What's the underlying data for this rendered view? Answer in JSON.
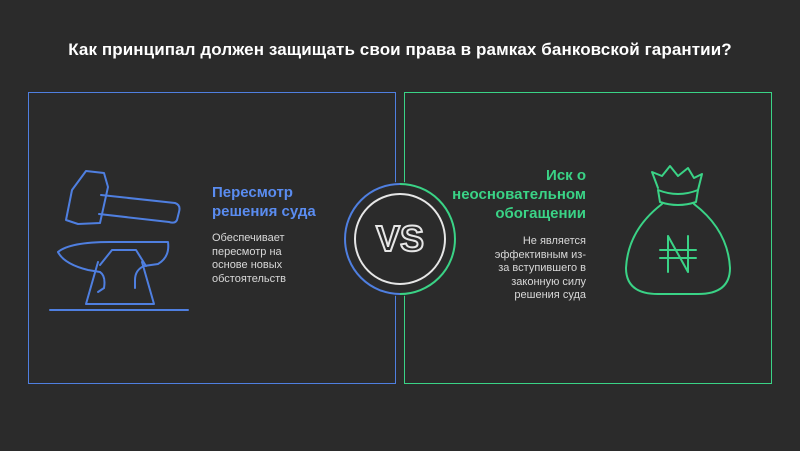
{
  "title": "Как принципал должен защищать свои права в рамках банковской гарантии?",
  "left": {
    "heading_line1": "Пересмотр",
    "heading_line2": "решения суда",
    "desc_line1": "Обеспечивает",
    "desc_line2": "пересмотр на",
    "desc_line3": "основе новых",
    "desc_line4": "обстоятельств",
    "icon": "hammer-anvil-icon",
    "color": "#4f7fe0"
  },
  "right": {
    "heading_line1": "Иск о",
    "heading_line2": "неосновательном",
    "heading_line3": "обогащении",
    "desc_line1": "Не является",
    "desc_line2": "эффективным из-",
    "desc_line3": "за вступившего в",
    "desc_line4": "законную силу",
    "desc_line5": "решения суда",
    "icon": "money-bag-icon",
    "color": "#3ad386"
  },
  "vs": {
    "label": "VS"
  }
}
